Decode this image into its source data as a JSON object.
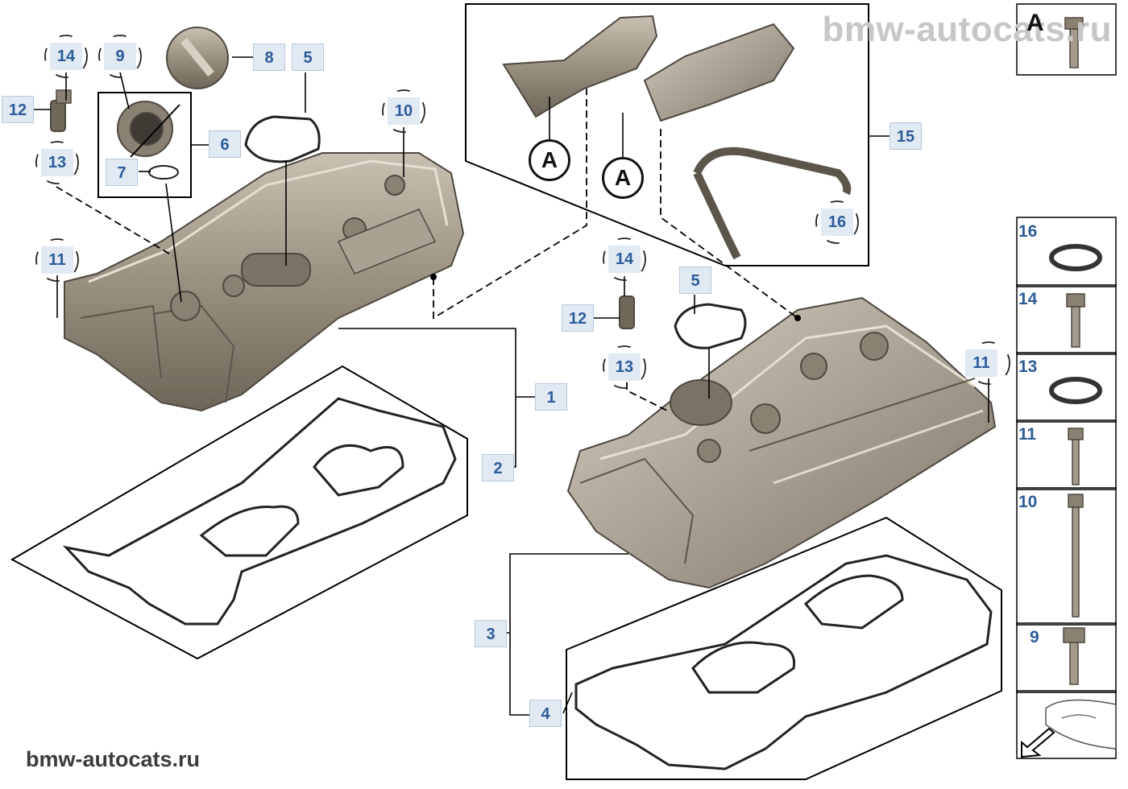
{
  "watermark_top": "bmw-autocats.ru",
  "watermark_bottom": "bmw-autocats.ru",
  "ref_marker": "A",
  "callouts": {
    "c14_left": "14",
    "c9_left": "9",
    "c8": "8",
    "c5_left": "5",
    "c12_left": "12",
    "c13_left": "13",
    "c6": "6",
    "c7": "7",
    "c10": "10",
    "c11_left": "11",
    "c15": "15",
    "c16": "16",
    "c14_mid": "14",
    "c12_mid": "12",
    "c13_mid": "13",
    "c5_mid": "5",
    "c11_right": "11",
    "c1": "1",
    "c2": "2",
    "c3": "3",
    "c4": "4"
  },
  "legend": {
    "header": "A",
    "items": [
      "16",
      "14",
      "13",
      "11",
      "10",
      "9"
    ]
  }
}
